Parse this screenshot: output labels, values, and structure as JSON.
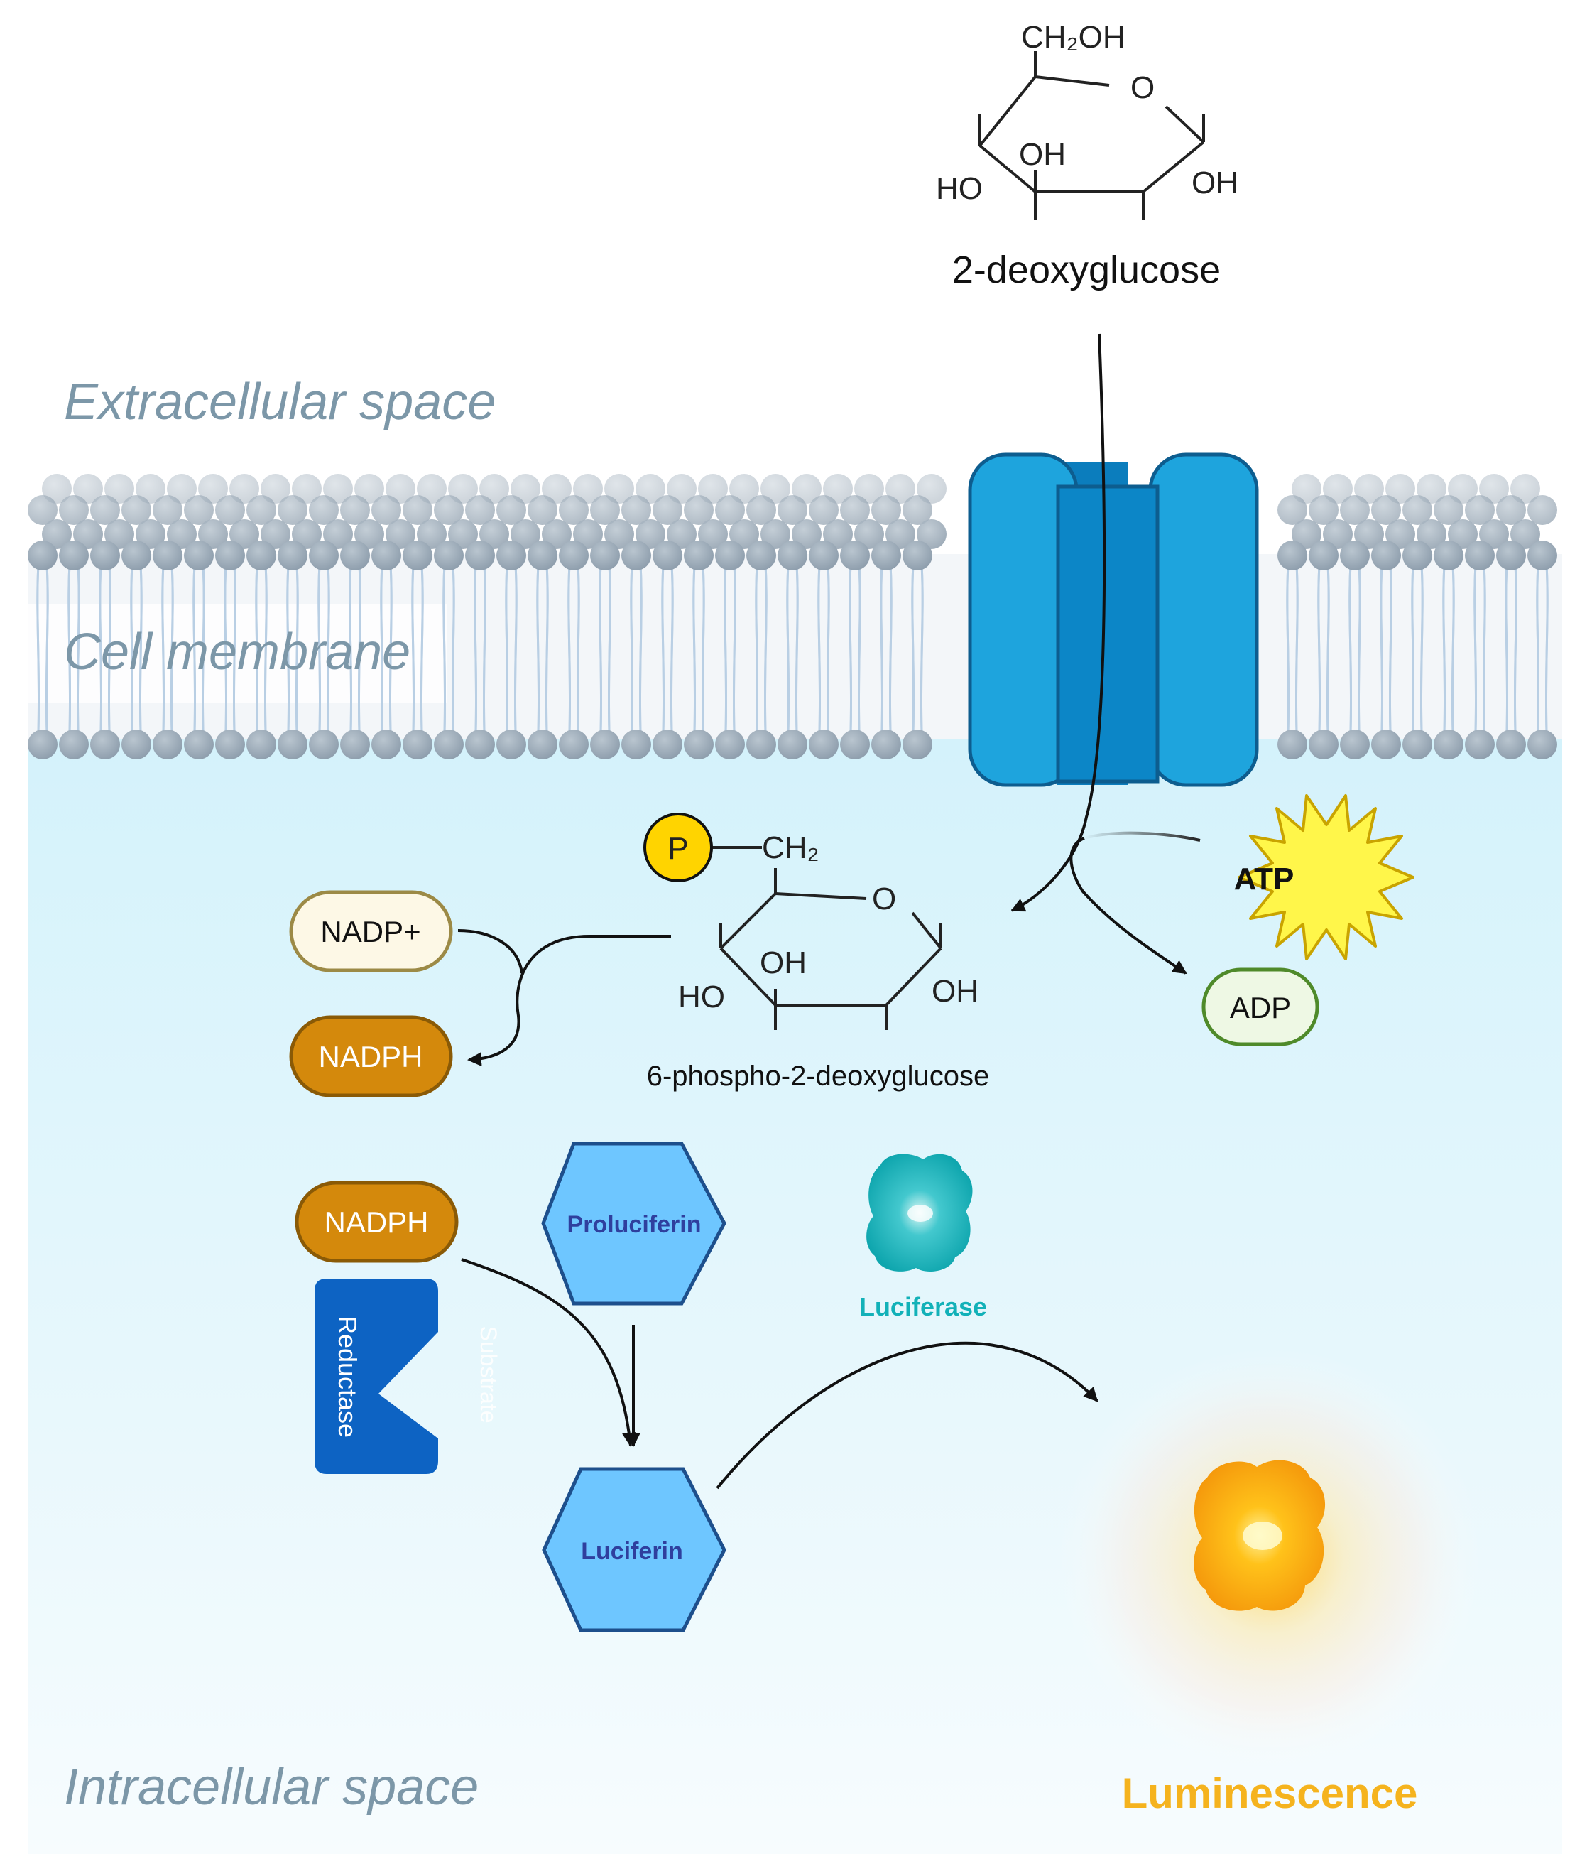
{
  "regions": {
    "extracellular": "Extracellular space",
    "membrane": "Cell membrane",
    "intracellular": "Intracellular space"
  },
  "deoxyglucose": {
    "name": "2-deoxyglucose",
    "ch2oh": "CH₂OH",
    "ring_o": "O",
    "oh_inner": "OH",
    "ho_left": "HO",
    "oh_right": "OH"
  },
  "phospho": {
    "name": "6-phospho-2-deoxyglucose",
    "phosphate": "P",
    "ch2": "CH₂",
    "ring_o": "O",
    "oh_inner": "OH",
    "ho_left": "HO",
    "oh_right": "OH"
  },
  "cofactors": {
    "nadp_plus": "NADP+",
    "nadph_top": "NADPH",
    "nadph_bottom": "NADPH",
    "atp": "ATP",
    "adp": "ADP"
  },
  "enzymes": {
    "reductase": "Reductase",
    "substrate": "Substrate",
    "proluciferin": "Proluciferin",
    "luciferin": "Luciferin",
    "luciferase": "Luciferase"
  },
  "output": {
    "luminescence": "Luminescence"
  },
  "colors": {
    "transporter": "#1ea4dd",
    "transporter_dark": "#0b7dbd",
    "nadph_fill": "#d4890c",
    "hexagon_fill": "#6ec6ff",
    "reductase_fill": "#0d63c3",
    "luciferase_teal": "#12b1b8",
    "luminescence_orange": "#f5b31e",
    "atp_yellow": "#fff64a"
  }
}
